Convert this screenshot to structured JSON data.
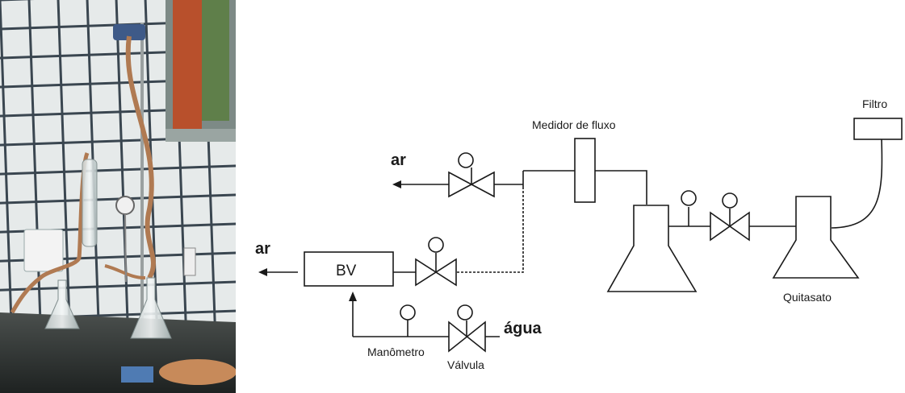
{
  "photo": {
    "description_icon": "lab-photo"
  },
  "diagram": {
    "labels": {
      "filtro": "Filtro",
      "medidor": "Medidor de fluxo",
      "ar_top": "ar",
      "ar_bottom": "ar",
      "bv": "BV",
      "quitasato": "Quitasato",
      "agua": "água",
      "manometro": "Manômetro",
      "valvula": "Válvula"
    },
    "colors": {
      "line": "#1a1a1a",
      "tile_grout": "#3a4650",
      "tile": "#e8ecec",
      "counter": "#2b2f2e",
      "brick": "#b8502c",
      "hose": "#b07a52"
    }
  }
}
